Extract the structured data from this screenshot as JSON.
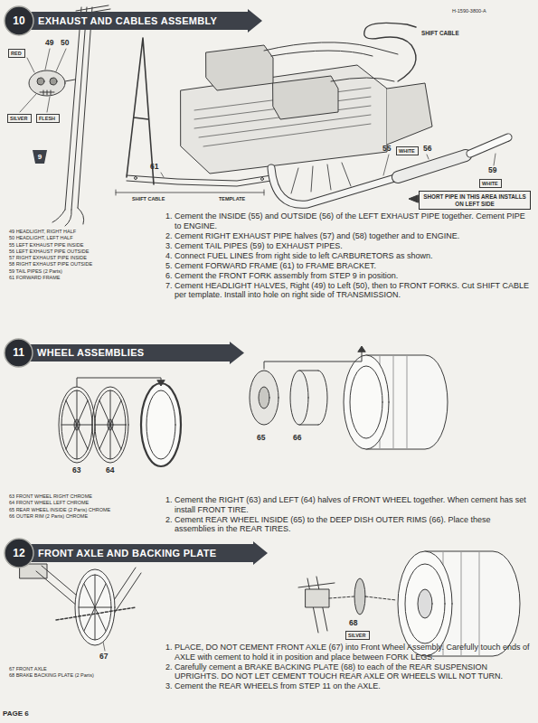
{
  "diagram": {
    "nodes": [
      {
        "text": [
          "10",
          "EXHAUST AND CABLES ASSEMBLY"
        ]
      },
      {
        "text": [
          "RED"
        ]
      },
      {
        "text": [
          "SILVER"
        ]
      },
      {
        "text": [
          "FLESH"
        ]
      },
      {
        "text": [
          "9"
        ]
      },
      {
        "text": [
          "WHITE"
        ]
      },
      {
        "text": [
          "WHITE"
        ]
      },
      {
        "text": [
          "SHORT PIPE IN THIS AREA INSTALLS ON LEFT SIDE"
        ]
      },
      {
        "text": [
          "11",
          "WHEEL ASSEMBLIES"
        ]
      },
      {
        "text": [
          "12",
          "FRONT AXLE AND BACKING PLATE"
        ]
      },
      {
        "text": [
          "SILVER"
        ]
      }
    ],
    "labels": [
      "H-1590-3800-A",
      "SHIFT CABLE",
      "49",
      "50",
      "55",
      "56",
      "59",
      "61",
      "SHIFT CABLE",
      "TEMPLATE",
      "49 HEADLIGHT, RIGHT HALF",
      "50 HEADLIGHT, LEFT HALF",
      "55 LEFT EXHAUST PIPE INSIDE",
      "56 LEFT EXHAUST PIPE OUTSIDE",
      "57 RIGHT EXHAUST PIPE INSIDE",
      "58 RIGHT EXHAUST PIPE OUTSIDE",
      "59 TAIL PIPES (2 Parts)",
      "61 FORWARD FRAME",
      "1. Cement the INSIDE (55) and OUTSIDE (56) of the LEFT EXHAUST PIPE together. Cement PIPE to ENGINE.",
      "2. Cement RIGHT EXHAUST PIPE halves (57) and (58) together and to ENGINE.",
      "3. Cement TAIL PIPES (59) to EXHAUST PIPES.",
      "4. Connect FUEL LINES from right side to left CARBURETORS as shown.",
      "5. Cement FORWARD FRAME (61) to FRAME BRACKET.",
      "6. Cement the FRONT FORK assembly from STEP 9 in position.",
      "7. Cement HEADLIGHT HALVES, Right (49) to Left (50), then to FRONT FORKS. Cut SHIFT CABLE per template. Install into hole on right side of TRANSMISSION.",
      "63",
      "64",
      "65",
      "66",
      "63 FRONT WHEEL RIGHT CHROME",
      "64 FRONT WHEEL LEFT CHROME",
      "65 REAR WHEEL INSIDE (2 Parts) CHROME",
      "66 OUTER RIM (2 Parts) CHROME",
      "1. Cement the RIGHT (63) and LEFT (64) halves of FRONT WHEEL together. When cement has set install FRONT TIRE.",
      "2. Cement REAR WHEEL INSIDE (65) to the DEEP DISH OUTER RIMS (66). Place these assemblies in the REAR TIRES.",
      "67",
      "68",
      "67 FRONT AXLE",
      "68 BRAKE BACKING PLATE (2 Parts)",
      "1. PLACE, DO NOT CEMENT FRONT AXLE (67) into Front Wheel Assembly. Carefully touch ends of AXLE with cement to hold it in position and place between FORK LEGS.",
      "2. Carefully cement a BRAKE BACKING PLATE (68) to each of the REAR SUSPENSION UPRIGHTS. DO NOT LET CEMENT TOUCH REAR AXLE OR WHEELS WILL NOT TURN.",
      "3. Cement the REAR WHEELS from STEP 11 on the AXLE.",
      "PAGE 6"
    ]
  }
}
